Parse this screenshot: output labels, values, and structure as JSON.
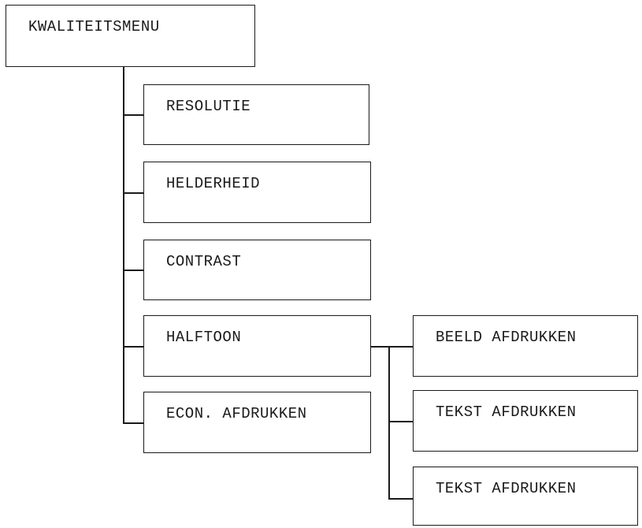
{
  "diagram": {
    "root": {
      "label": "KWALITEITSMENU"
    },
    "items": [
      {
        "label": "RESOLUTIE"
      },
      {
        "label": "HELDERHEID"
      },
      {
        "label": "CONTRAST"
      },
      {
        "label": "HALFTOON"
      },
      {
        "label": "ECON. AFDRUKKEN"
      }
    ],
    "halftoon_options": [
      {
        "label": "BEELD AFDRUKKEN"
      },
      {
        "label": "TEKST AFDRUKKEN"
      },
      {
        "label": "TEKST AFDRUKKEN"
      }
    ]
  }
}
